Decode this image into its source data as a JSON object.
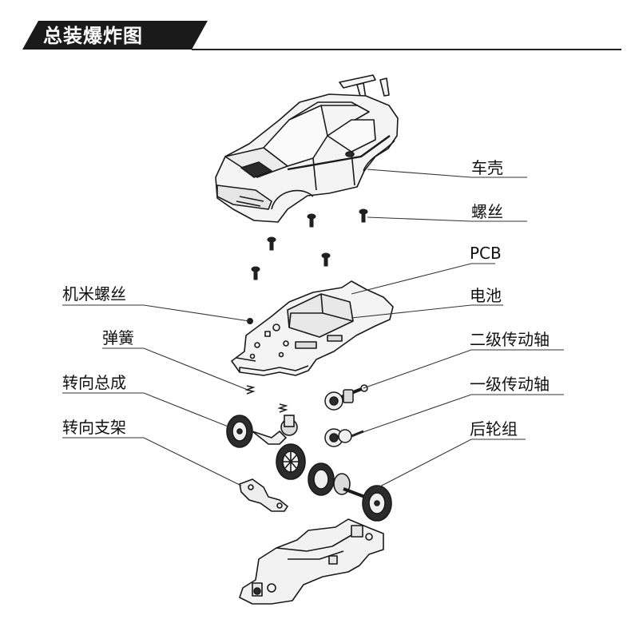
{
  "header": {
    "title": "总装爆炸图"
  },
  "labels": {
    "body_shell": "车壳",
    "screws": "螺丝",
    "pcb": "PCB",
    "machine_screw": "机米螺丝",
    "battery": "电池",
    "spring": "弹簧",
    "secondary_shaft": "二级传动轴",
    "steering_assembly": "转向总成",
    "primary_shaft": "一级传动轴",
    "steering_bracket": "转向支架",
    "rear_wheel_group": "后轮组"
  },
  "colors": {
    "header_bg": "#1a1a1a",
    "line": "#222222",
    "part_fill": "#f2f2f2",
    "dark_fill": "#2b2b2b"
  }
}
